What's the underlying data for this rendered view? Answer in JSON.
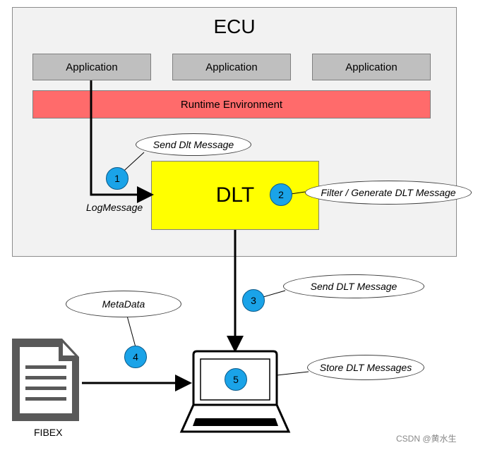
{
  "ecu": {
    "title": "ECU"
  },
  "applications": [
    "Application",
    "Application",
    "Application"
  ],
  "runtime_environment": "Runtime Environment",
  "dlt": {
    "label": "DLT"
  },
  "log_message_label": "LogMessage",
  "callouts": {
    "send_dlt_message_1": "Send Dlt Message",
    "filter_generate": "Filter / Generate DLT Message",
    "send_dlt_message_2": "Send DLT Message",
    "metadata": "MetaData",
    "store_dlt_messages": "Store DLT Messages"
  },
  "badges": [
    "1",
    "2",
    "3",
    "4",
    "5"
  ],
  "fibex_label": "FIBEX",
  "watermark": "CSDN @黄水生",
  "colors": {
    "ecu_background": "#f2f2f2",
    "application_fill": "#bfbfbf",
    "runtime_fill": "#ff6b6b",
    "dlt_fill": "#ffff00",
    "badge_fill": "#1aa3e8",
    "document_icon": "#595959"
  }
}
